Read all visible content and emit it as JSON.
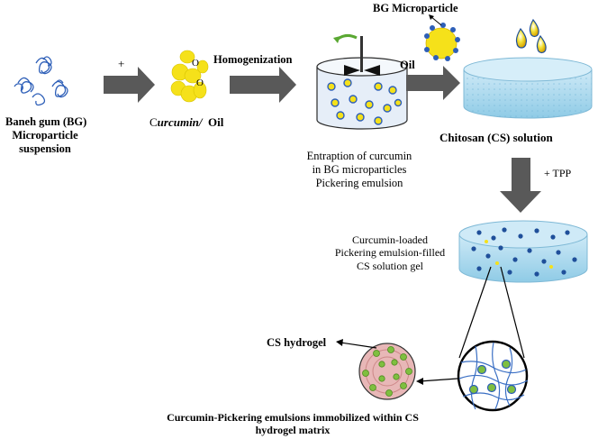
{
  "labels": {
    "bg_suspension": [
      "Baneh gum (BG)",
      "Microparticle",
      "suspension"
    ],
    "plus": "+",
    "curcumin_c": "C",
    "curcumin_rest": "urcumin/",
    "oil": "Oil",
    "o_marks": [
      "O",
      "O"
    ],
    "homogenization": "Homogenization",
    "bg_microparticle": "BG Microparticle",
    "oil_droplet": "Oil",
    "chitosan_solution": "Chitosan (CS) solution",
    "entrapment": [
      "Entraption of curcumin",
      "in BG microparticles",
      "Pickering emulsion"
    ],
    "tpp": "+ TPP",
    "gel": [
      "Curcumin-loaded",
      "Pickering emulsion-filled",
      "CS solution gel"
    ],
    "cs_hydrogel": "CS hydrogel",
    "bottom_caption": [
      "Curcumin-Pickering emulsions immobilized within CS",
      "hydrogel matrix"
    ]
  },
  "colors": {
    "arrow_fill": "#595959",
    "bg_blue": "#2e5fb8",
    "curcumin_yellow": "#f5e11a",
    "beaker_wall": "#e6eef8",
    "dish_blue": "#a9d8ee",
    "gel_dots": "#1f4f9a",
    "hydrogel_pink": "#e8b7b7",
    "hydrogel_green": "#7fbf3f"
  }
}
